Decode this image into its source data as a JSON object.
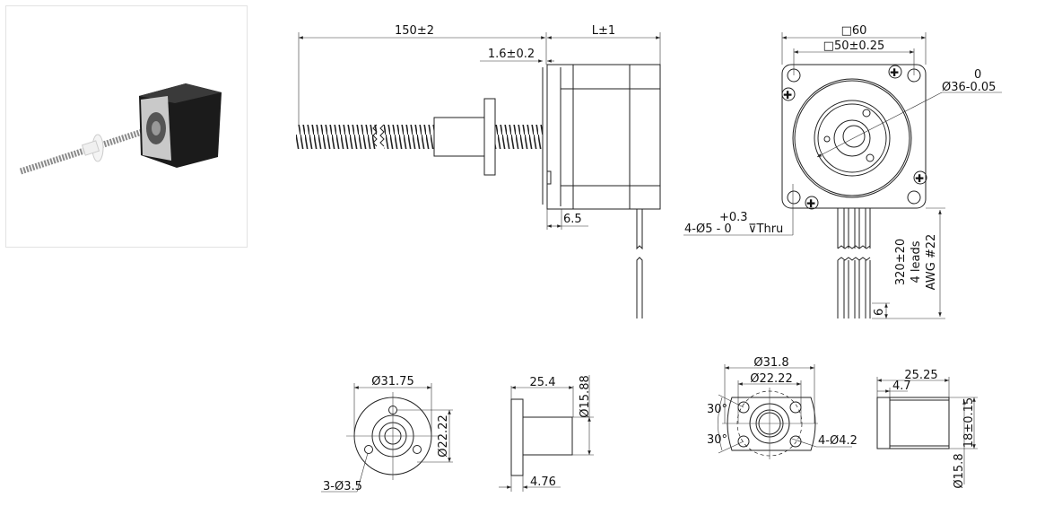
{
  "side_view": {
    "overall_length": "150±2",
    "body_length": "L±1",
    "flange_thickness": "1.6±0.2",
    "boss_length": "6.5"
  },
  "front_view": {
    "frame_size": "□60",
    "hole_spacing": "□50±0.25",
    "pilot_tol_upper": "0",
    "pilot_diameter": "Ø36-0.05",
    "hole_tol_upper": "+0.3",
    "hole_spec": "4-Ø5 - 0",
    "hole_depth": "⊽Thru",
    "lead_length": "320±20",
    "lead_count": "4 leads",
    "lead_gauge": "AWG #22",
    "lead_strip": "6"
  },
  "nut_round": {
    "flange_diameter": "Ø31.75",
    "bolt_circle": "Ø22.22",
    "holes": "3-Ø3.5",
    "length": "25.4",
    "body_diameter": "Ø15.88",
    "flange_thickness": "4.76"
  },
  "nut_flat": {
    "flange_diameter": "Ø31.8",
    "bolt_circle": "Ø22.22",
    "angle_top": "30°",
    "angle_bottom": "30°",
    "holes": "4-Ø4.2",
    "length": "25.25",
    "flange_thickness": "4.7",
    "width": "18±0.15",
    "body_diameter": "Ø15.8"
  }
}
